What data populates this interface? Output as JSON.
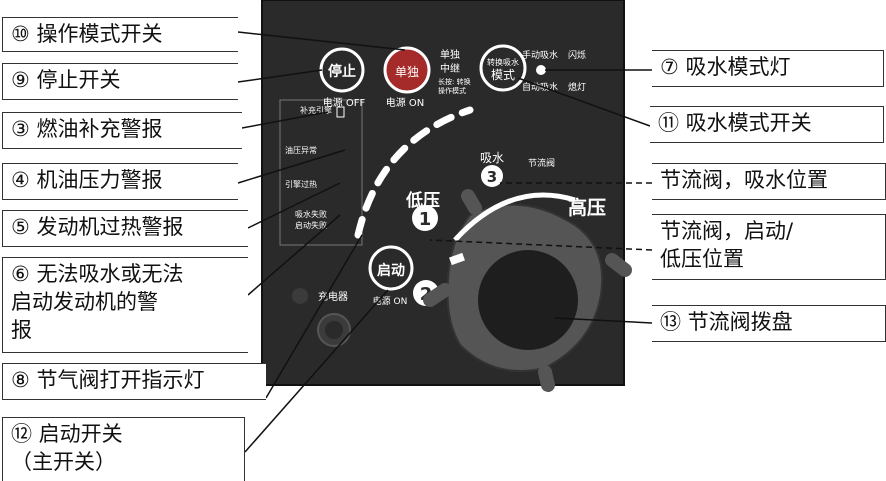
{
  "callouts": {
    "c10": "⑩ 操作模式开关",
    "c9": "⑨ 停止开关",
    "c3": "③ 燃油补充警报",
    "c4": "④ 机油压力警报",
    "c5": "⑤ 发动机过热警报",
    "c6": "⑥ 无法吸水或无法\n启动发动机的警\n报",
    "c8": "⑧ 节气阀打开指示灯",
    "c12": "⑫ 启动开关\n（主开关）",
    "c7": "⑦ 吸水模式灯",
    "c11": "⑪ 吸水模式开关",
    "c_suction": "节流阀，吸水位置",
    "c_start": "节流阀，启动/\n低压位置",
    "c13": "⑬ 节流阀拨盘"
  },
  "panel": {
    "stop_btn": "停止",
    "power_off": "电源 OFF",
    "mode_btn": "单独",
    "mode_single": "单独",
    "mode_relay": "中继",
    "mode_note1": "长按: 转换",
    "mode_note2": "操作模式",
    "power_on_top": "电源 ON",
    "suction_btn1": "转换吸水",
    "suction_btn2": "模式",
    "suction_manual": "手动吸水",
    "flash": "闪烁",
    "auto_suction": "自动吸水",
    "off_light": "熄灯",
    "fuel_label": "补充引擎",
    "oil_label": "油压异常",
    "overheat_label": "引擎过热",
    "fail_label1": "吸水失败",
    "fail_label2": "启动失败",
    "start_btn": "启动",
    "power_on": "电源 ON",
    "charger": "充电器",
    "low_pressure": "低压",
    "high_pressure": "高压",
    "suction": "吸水",
    "throttle": "节流阀",
    "num1": "1",
    "num2": "2",
    "num3": "3"
  },
  "colors": {
    "panel": "#2b2b2b",
    "panel_edge": "#1a1a1a",
    "text": "#111111",
    "white": "#ffffff",
    "line": "#222222"
  }
}
